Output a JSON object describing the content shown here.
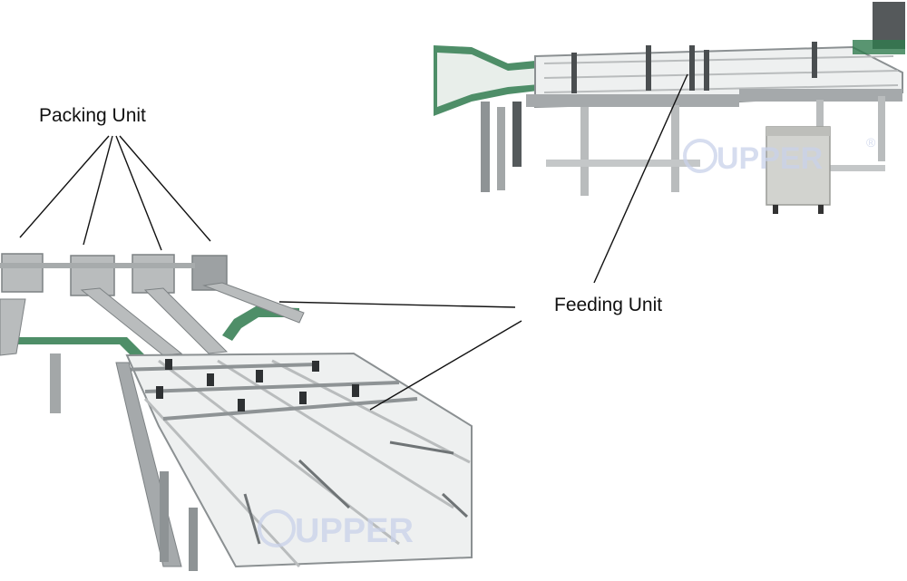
{
  "labels": {
    "packing_unit": "Packing Unit",
    "feeding_unit": "Feeding Unit"
  },
  "watermark": {
    "brand": "UPPER",
    "mark": "®"
  },
  "colors": {
    "steel": "#b9bcbd",
    "steel_dark": "#7d8284",
    "belt": "#eef0f0",
    "conveyor_green": "#2f7a4e",
    "control_box": "#d2d3cf",
    "watermark": "#c9d2ea",
    "line": "#111111"
  }
}
